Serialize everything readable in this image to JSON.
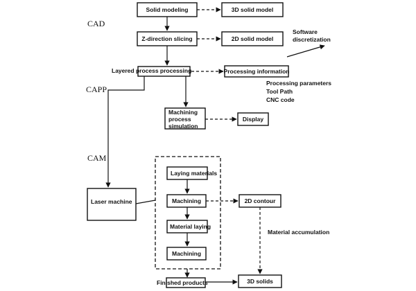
{
  "stages": {
    "cad": "CAD",
    "capp": "CAPP",
    "cam": "CAM"
  },
  "boxes": {
    "solid_modeling": "Solid modeling",
    "solid_model_3d": "3D solid model",
    "z_slicing": "Z-direction slicing",
    "solid_model_2d": "2D solid model",
    "layered_processing": "Layered process processing",
    "processing_info": "Processing information",
    "machining_sim_1": "Machining",
    "machining_sim_2": "process",
    "machining_sim_3": "simulation",
    "display": "Display",
    "laser_machine": "Laser machine",
    "laying_materials": "Laying materials",
    "machining_1": "Machining",
    "material_laying": "Material laying",
    "machining_2": "Machining",
    "contour_2d": "2D contour",
    "finished_products": "Finished products",
    "solids_3d": "3D solids"
  },
  "annotations": {
    "software_1": "Software",
    "software_2": "discretization",
    "params_1": "Processing parameters",
    "params_2": "Tool Path",
    "params_3": "CNC code",
    "material_accumulation": "Material accumulation"
  }
}
